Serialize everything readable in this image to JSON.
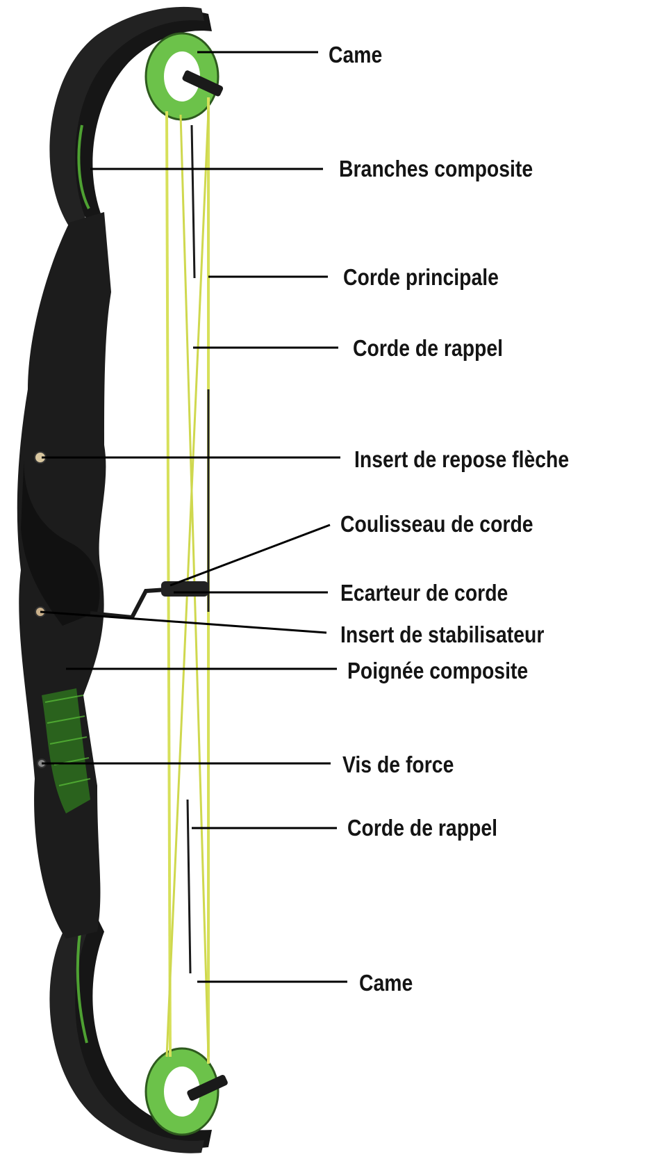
{
  "colors": {
    "riser": "#1c1c1c",
    "limb": "#161616",
    "accent_green": "#5dc43a",
    "cam_green": "#6cc24a",
    "string_yellow": "#d7e05a",
    "leader_line": "#000000"
  },
  "labels": {
    "came_top": "Came",
    "branches": "Branches composite",
    "corde_principale": "Corde principale",
    "corde_rappel_top": "Corde de rappel",
    "insert_repose": "Insert de repose flèche",
    "coulisseau": "Coulisseau de corde",
    "ecarteur": "Ecarteur de corde",
    "insert_stab": "Insert de stabilisateur",
    "poignee": "Poignée composite",
    "vis_force": "Vis de force",
    "corde_rappel_bottom": "Corde de rappel",
    "came_bottom": "Came"
  }
}
